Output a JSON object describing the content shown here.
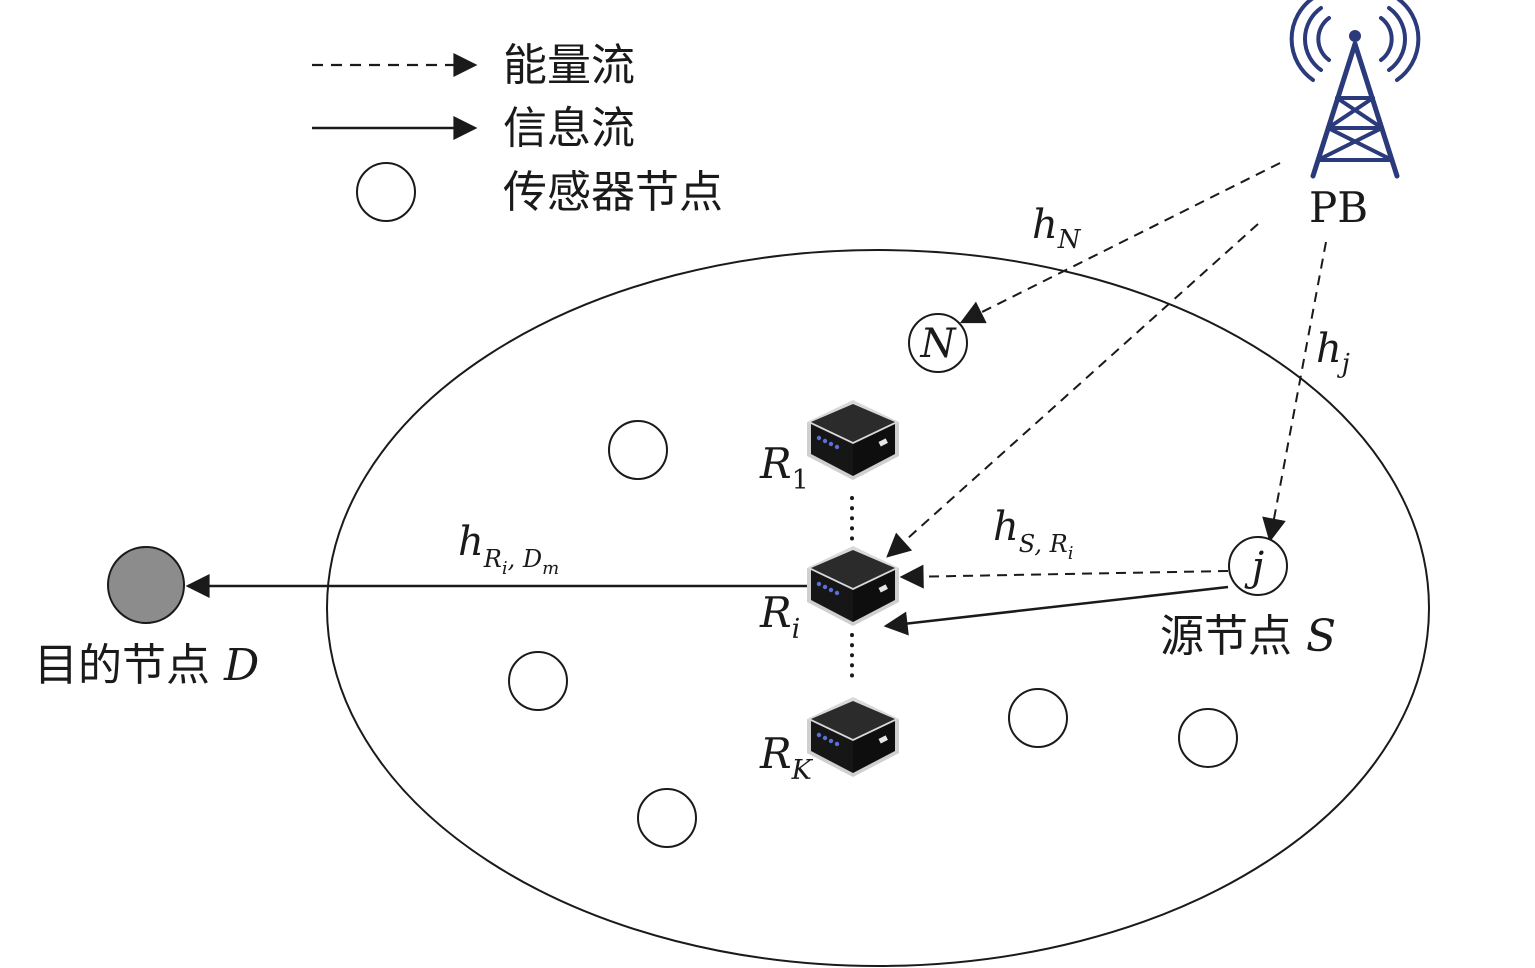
{
  "legend": {
    "energy_flow": "能量流",
    "info_flow": "信息流",
    "sensor_node": "传感器节点"
  },
  "nodes": {
    "pb": "PB",
    "n": "N",
    "j": "j",
    "source": {
      "prefix": "源节点 ",
      "var": "S"
    },
    "destination": {
      "prefix": "目的节点 ",
      "var": "D"
    },
    "relays": [
      {
        "base": "R",
        "sub": "1"
      },
      {
        "base": "R",
        "sub": "i"
      },
      {
        "base": "R",
        "sub": "K"
      }
    ]
  },
  "channels": {
    "hN": {
      "base": "h",
      "sub": "N"
    },
    "hj": {
      "base": "h",
      "sub": "j"
    },
    "hSRi": {
      "base": "h",
      "sub1": "S, R",
      "sub2": "i"
    },
    "hRiDm": {
      "base": "h",
      "sub1": "R",
      "sub2": "i",
      "sub3": ", D",
      "sub4": "m"
    }
  },
  "colors": {
    "line": "#1a1a1a",
    "tower": "#2a3a7a",
    "destination_fill": "#8c8c8c",
    "relay_body": "#161616",
    "relay_led": "#5a6fd8"
  }
}
